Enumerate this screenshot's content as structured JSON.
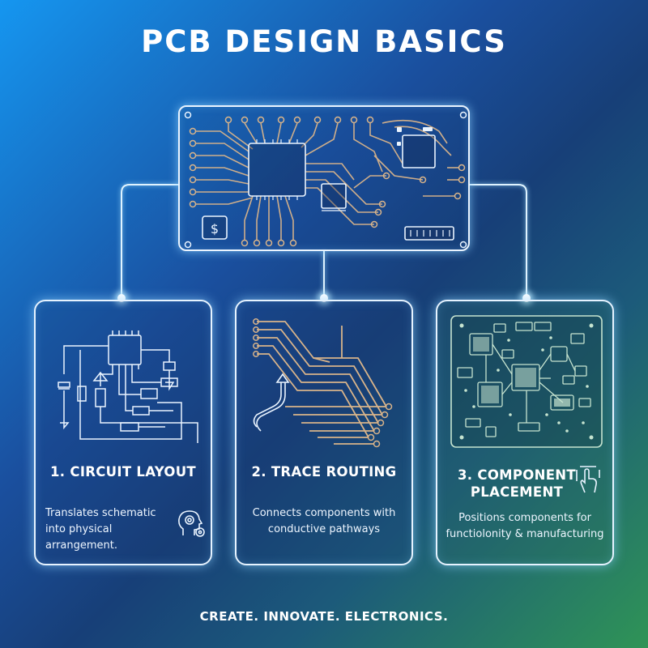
{
  "title": "PCB DESIGN BASICS",
  "cards": [
    {
      "title": "1. CIRCUIT LAYOUT",
      "text": "Translates schematic into physical arrangement.",
      "icon": "gears-head-icon"
    },
    {
      "title": "2. TRACE ROUTING",
      "text": "Connects components with conductive pathways",
      "icon": "trace-path-icon"
    },
    {
      "title": "3. COMPONENT PLACEMENT",
      "text": "Positions components for functiolonity & manufacturing",
      "icon": "hand-pointer-icon"
    }
  ],
  "board": {
    "chip_label": "$"
  },
  "footer": "CREATE. INNOVATE. ELECTRONICS.",
  "colors": {
    "trace": "#d9b48a",
    "outline": "#eaf4ff",
    "card3_board": "#c6e4d0"
  }
}
